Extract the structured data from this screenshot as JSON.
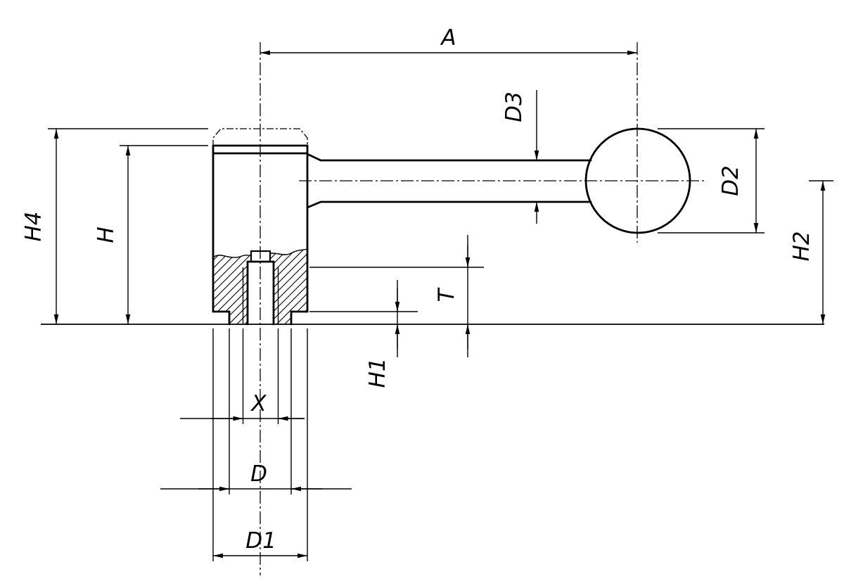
{
  "drawing": {
    "background_color": "#ffffff",
    "line_color": "#000000",
    "labels": {
      "a": "A",
      "d3": "D3",
      "d2": "D2",
      "h2": "H2",
      "h4": "H4",
      "h": "H",
      "t": "T",
      "h1": "H1",
      "x": "X",
      "d": "D",
      "d1": "D1"
    }
  }
}
